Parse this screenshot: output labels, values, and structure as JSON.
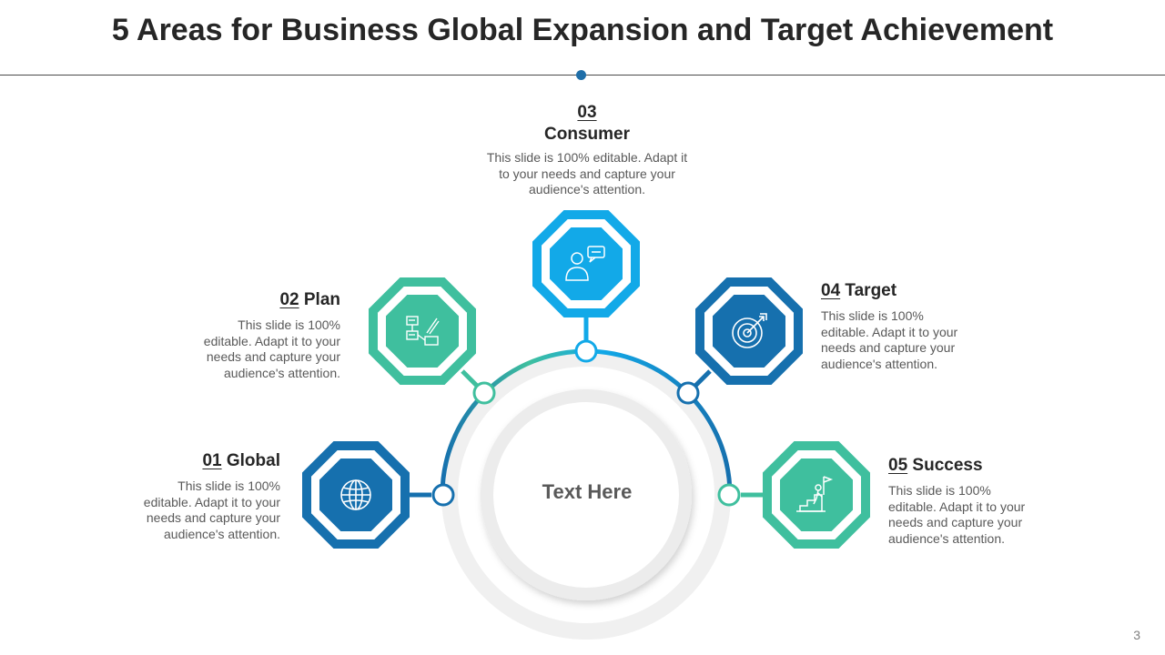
{
  "title": "5 Areas for Business Global Expansion and Target Achievement",
  "hub": {
    "label": "Text Here"
  },
  "colors": {
    "teal": "#3fbf9e",
    "sky": "#12a9e8",
    "blue": "#1670ae",
    "ring": "#eeeeee",
    "text": "#262626",
    "muted": "#595959"
  },
  "areas": [
    {
      "num": "01",
      "name": "Global",
      "text": [
        "This slide is 100%",
        "editable. Adapt it to your",
        "needs and capture your",
        "audience's attention."
      ],
      "icon": "globe-icon",
      "color": "#1670ae"
    },
    {
      "num": "02",
      "name": "Plan",
      "text": [
        "This slide is 100%",
        "editable. Adapt it to your",
        "needs and capture your",
        "audience's attention."
      ],
      "icon": "flowchart-plan-icon",
      "color": "#3fbf9e"
    },
    {
      "num": "03",
      "name": "Consumer",
      "text": [
        "This slide is 100% editable. Adapt it",
        "to your needs and capture your",
        "audience's attention."
      ],
      "icon": "consumer-speech-icon",
      "color": "#12a9e8"
    },
    {
      "num": "04",
      "name": "Target",
      "text": [
        "This slide is 100%",
        "editable. Adapt it to your",
        "needs and capture your",
        "audience's attention."
      ],
      "icon": "target-arrow-icon",
      "color": "#1670ae"
    },
    {
      "num": "05",
      "name": "Success",
      "text": [
        "This slide is 100%",
        "editable. Adapt it to your",
        "needs and capture your",
        "audience's attention."
      ],
      "icon": "success-flag-icon",
      "color": "#3fbf9e"
    }
  ],
  "page_number": "3"
}
